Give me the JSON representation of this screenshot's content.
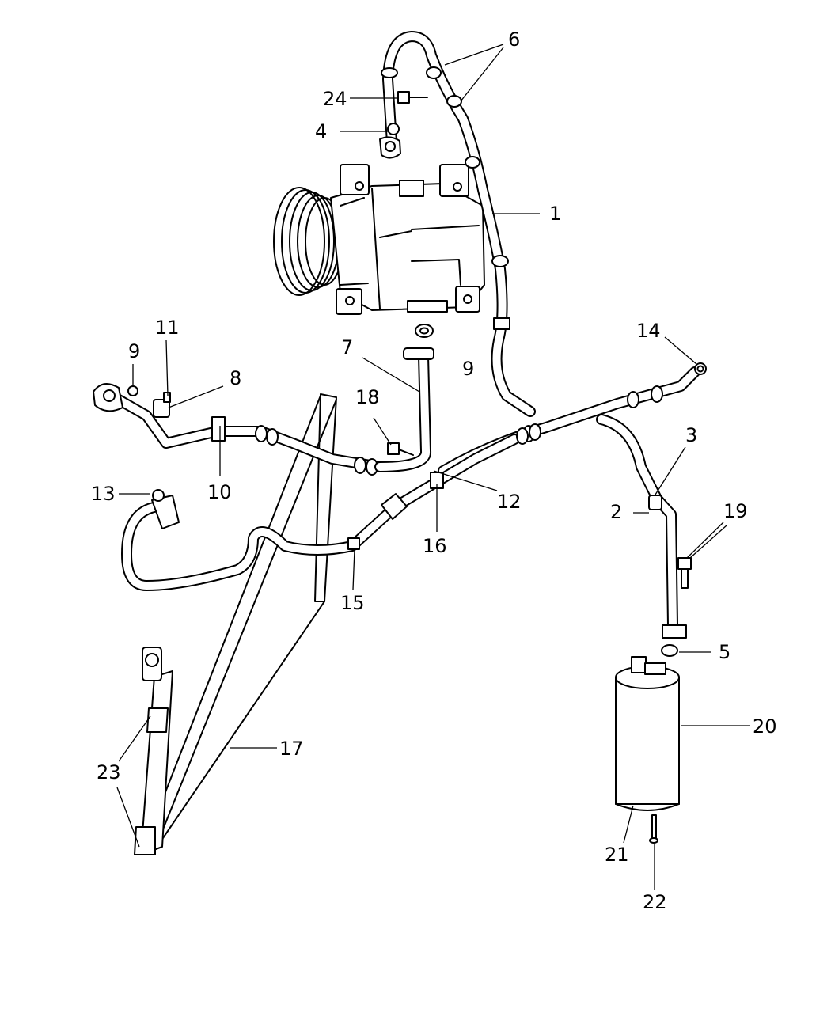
{
  "callouts": {
    "c1": "1",
    "c2": "2",
    "c3": "3",
    "c4": "4",
    "c5": "5",
    "c6": "6",
    "c7": "7",
    "c8": "8",
    "c9a": "9",
    "c9b": "9",
    "c10": "10",
    "c11": "11",
    "c12": "12",
    "c13": "13",
    "c14": "14",
    "c15": "15",
    "c16": "16",
    "c17": "17",
    "c18": "18",
    "c19": "19",
    "c20": "20",
    "c21": "21",
    "c22": "22",
    "c23": "23",
    "c24": "24"
  }
}
